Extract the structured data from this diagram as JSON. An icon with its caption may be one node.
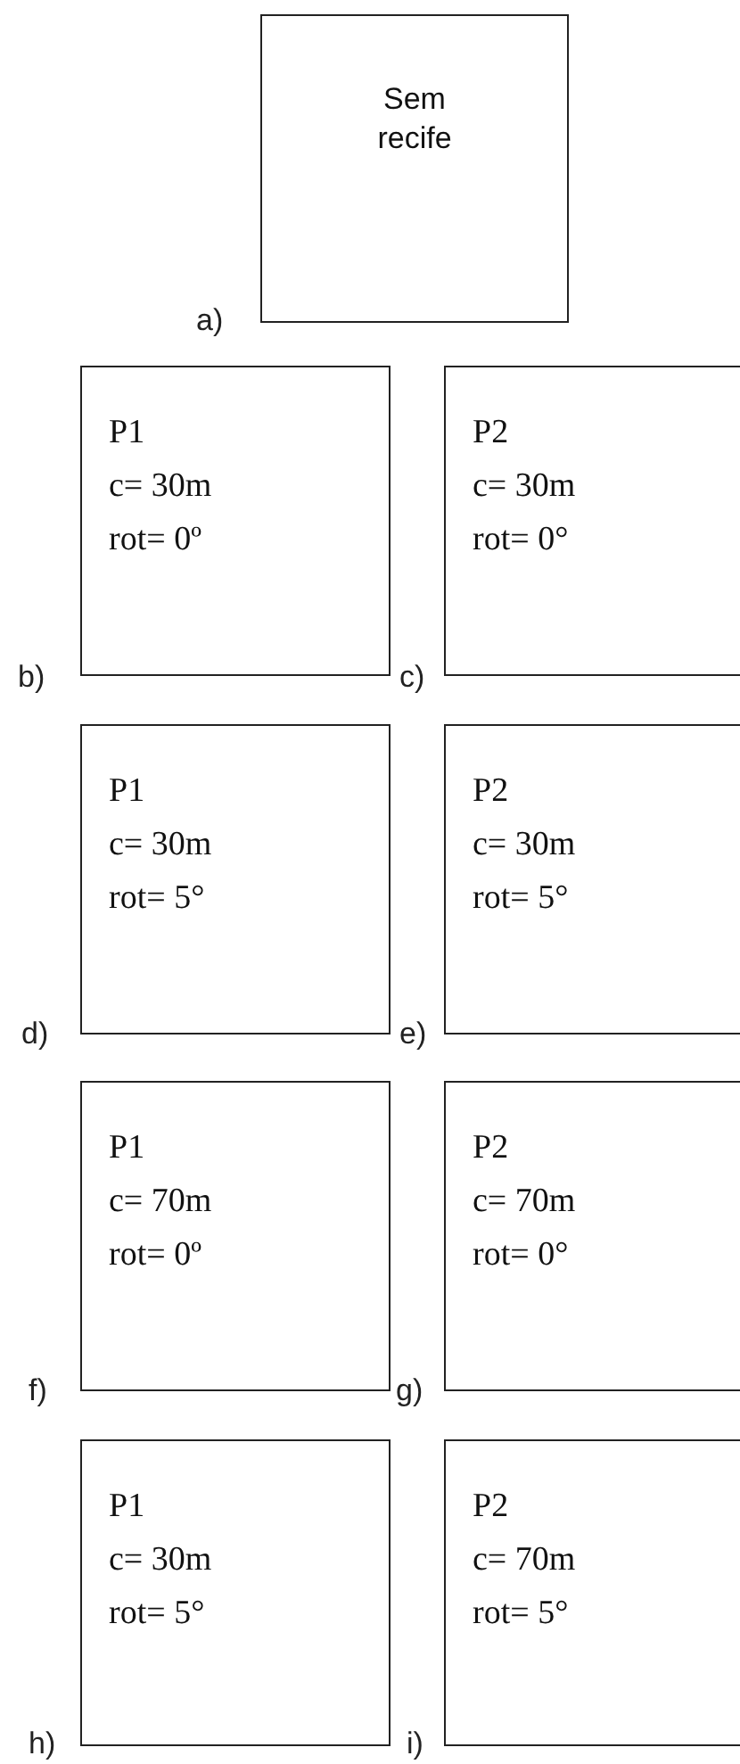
{
  "diagram": {
    "nodes": [
      {
        "text": [
          "Sem recife"
        ],
        "beside": [
          "a)"
        ]
      },
      {
        "text": [
          "P1",
          "c= 30m",
          "rot= 0º"
        ],
        "beside": [
          "b)"
        ]
      },
      {
        "text": [
          "P2",
          "c= 30m",
          "rot= 0°"
        ],
        "beside": [
          "c)"
        ]
      },
      {
        "text": [
          "P1",
          "c= 30m",
          "rot= 5°"
        ],
        "beside": [
          "d)"
        ]
      },
      {
        "text": [
          "P2",
          "c= 30m",
          "rot= 5°"
        ],
        "beside": [
          "e)"
        ]
      },
      {
        "text": [
          "P1",
          "c= 70m",
          "rot= 0º"
        ],
        "beside": [
          "f)"
        ]
      },
      {
        "text": [
          "P2",
          "c= 70m",
          "rot= 0°"
        ],
        "beside": [
          "g)"
        ]
      },
      {
        "text": [
          "P1",
          "c= 30m",
          "rot= 5°"
        ],
        "beside": [
          "h)"
        ]
      },
      {
        "text": [
          "P2",
          "c= 70m",
          "rot= 5°"
        ],
        "beside": [
          "i)"
        ]
      }
    ]
  }
}
